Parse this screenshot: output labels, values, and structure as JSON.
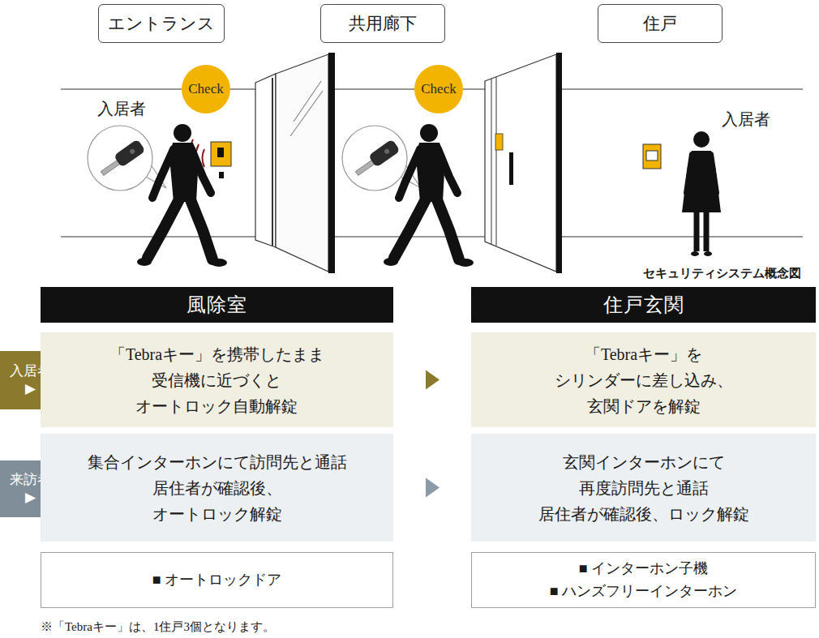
{
  "diagram": {
    "nodes": [
      {
        "text": [
          "エントランス"
        ]
      },
      {
        "text": [
          "共用廊下"
        ]
      },
      {
        "text": [
          "住戸"
        ]
      },
      {
        "text": [
          "Check"
        ]
      },
      {
        "text": [
          "Check"
        ]
      },
      {
        "text": [
          "風除室"
        ]
      },
      {
        "text": [
          "住戸玄関"
        ]
      },
      {
        "text": [
          "入居者",
          "▶"
        ]
      },
      {
        "text": [
          "「Tebraキー」を携帯したまま 受信機に近づくと オートロック自動解錠"
        ]
      },
      {
        "text": [
          "「Tebraキー」を シリンダーに差し込み、 玄関ドアを解錠"
        ]
      },
      {
        "text": [
          "来訪者",
          "▶"
        ]
      },
      {
        "text": [
          "集合インターホンにて訪問先と通話 居住者が確認後、 オートロック解錠"
        ]
      },
      {
        "text": [
          "玄関インターホンにて 再度訪問先と通話 居住者が確認後、ロック解錠"
        ]
      },
      {
        "text": [
          "■ オートロックドア"
        ]
      },
      {
        "text": [
          "■ インターホン子機",
          "■ ハンズフリーインターホン"
        ]
      }
    ],
    "edges": [
      {
        "from": 8,
        "to": 9,
        "arrow": "to"
      },
      {
        "from": 11,
        "to": 12,
        "arrow": "to"
      }
    ],
    "labels": [
      "入居者",
      "入居者",
      "セキュリティシステム概念図",
      "※「Tebraキー」は、1住戸3個となります。"
    ]
  }
}
